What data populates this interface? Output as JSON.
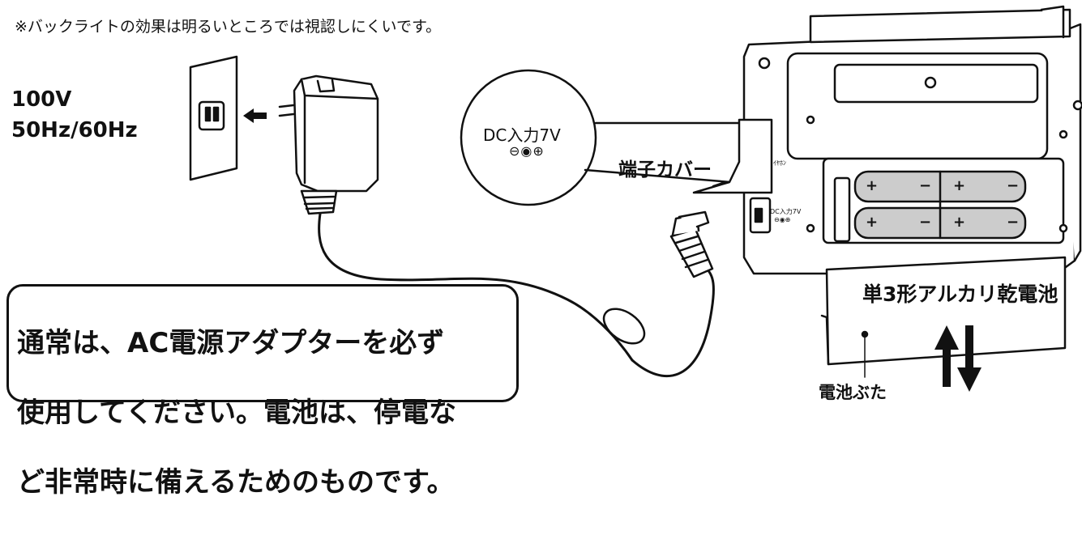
{
  "top_note": "※バックライトの効果は明るいところでは視認しにくいです。",
  "voltage": {
    "line1": "100V",
    "line2": "50Hz/60Hz"
  },
  "jack_callout": {
    "label": "DC入力7V",
    "polarity": "⊖◉⊕"
  },
  "terminal_cover_label": "端子カバー",
  "battery_type_label": "単3形アルカリ乾電池",
  "battery_lid_label": "電池ぶた",
  "radio_small_labels": {
    "earphone": "ｲﾔﾎﾝ",
    "dc_in": "DC入力7V",
    "dc_polarity": "⊖◉⊕"
  },
  "battery_polarity": {
    "plus": "+",
    "minus": "−"
  },
  "notice": {
    "line1": "通常は、AC電源アダプターを必ず",
    "line2": "使用してください。電池は、停電な",
    "line3": "ど非常時に備えるためのものです。"
  }
}
